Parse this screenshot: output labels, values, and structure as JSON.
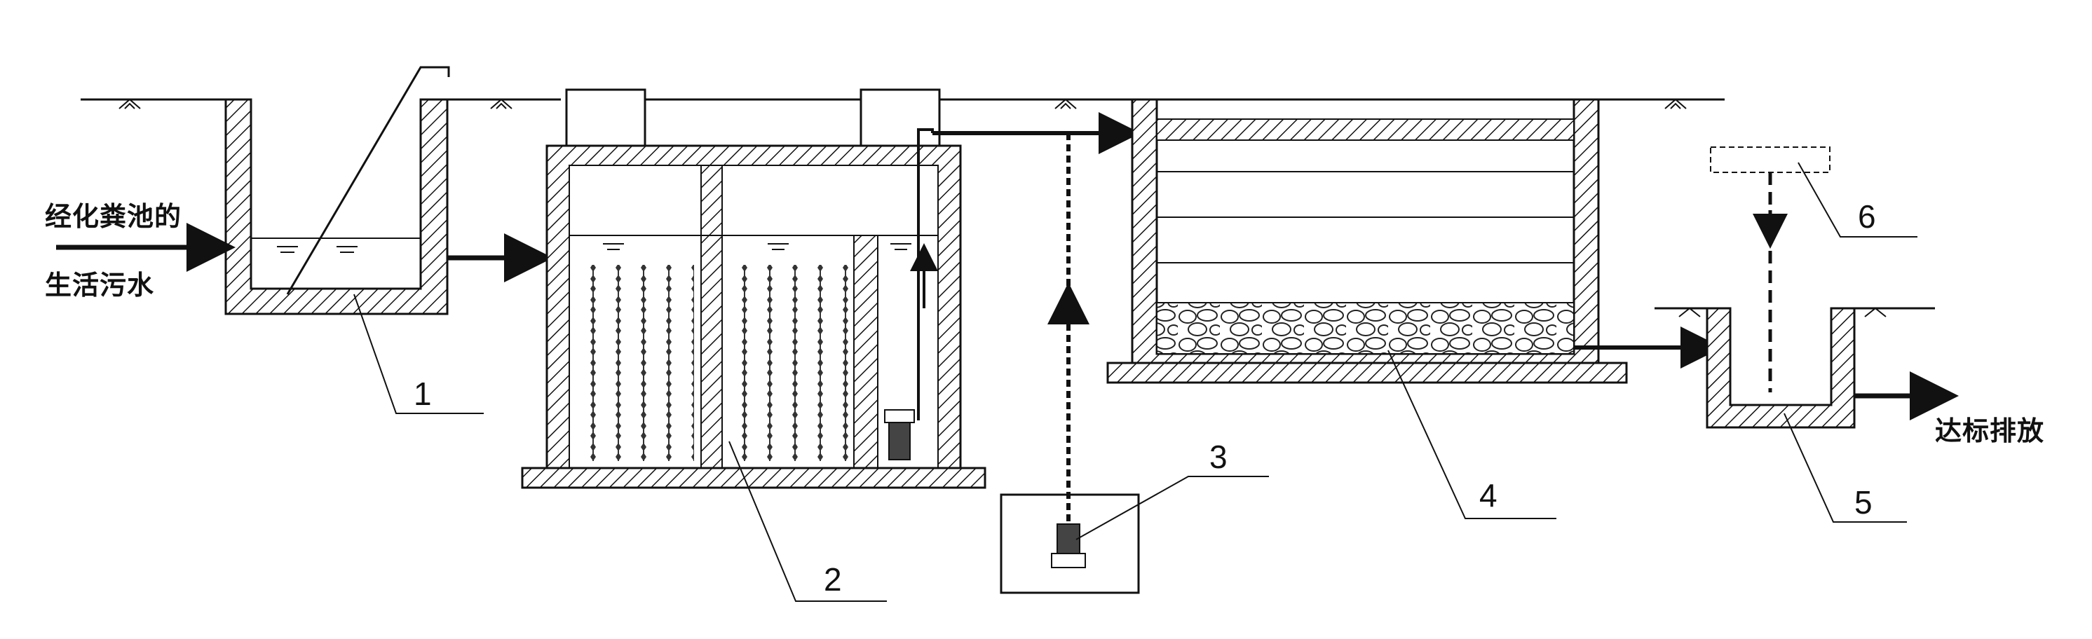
{
  "inlet": {
    "line1": "经化粪池的",
    "line2": "生活污水"
  },
  "outlet": {
    "label": "达标排放"
  },
  "callouts": [
    {
      "id": "1",
      "text": "1"
    },
    {
      "id": "2",
      "text": "2"
    },
    {
      "id": "3",
      "text": "3"
    },
    {
      "id": "4",
      "text": "4"
    },
    {
      "id": "5",
      "text": "5"
    },
    {
      "id": "6",
      "text": "6"
    }
  ],
  "colors": {
    "stroke": "#111111",
    "hatch": "#111111",
    "background": "#ffffff"
  }
}
